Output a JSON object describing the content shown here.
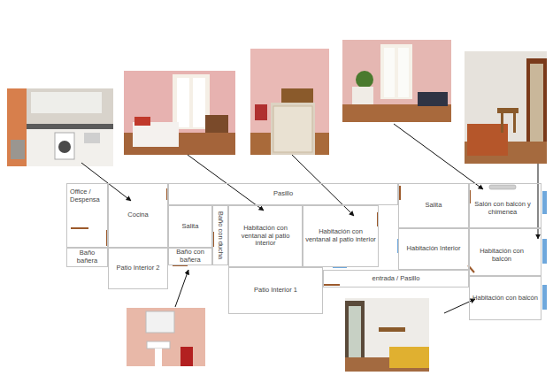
{
  "diagram": {
    "nodes": [
      {
        "text": [
          "Office / Despensa"
        ]
      },
      {
        "text": [
          "Cocina"
        ]
      },
      {
        "text": [
          "Pasillo"
        ]
      },
      {
        "text": [
          "Salita"
        ]
      },
      {
        "text": [
          "Baño con ducha"
        ]
      },
      {
        "text": [
          "Habitación con ventanal al patio interior"
        ]
      },
      {
        "text": [
          "Habitación con ventanal al patio interior"
        ]
      },
      {
        "text": [
          "Salita"
        ]
      },
      {
        "text": [
          "Salón con balcón y chimenea"
        ]
      },
      {
        "text": [
          "Baño bañera"
        ]
      },
      {
        "text": [
          "Patio Interior 2"
        ]
      },
      {
        "text": [
          "Baño con bañera"
        ]
      },
      {
        "text": [
          "Habitación Interior"
        ]
      },
      {
        "text": [
          "Habitación con balcón"
        ]
      },
      {
        "text": [
          "Patio Interior 1"
        ]
      },
      {
        "text": [
          "entrada / Pasillo"
        ]
      },
      {
        "text": [
          "Habitación con balcón"
        ]
      }
    ]
  }
}
